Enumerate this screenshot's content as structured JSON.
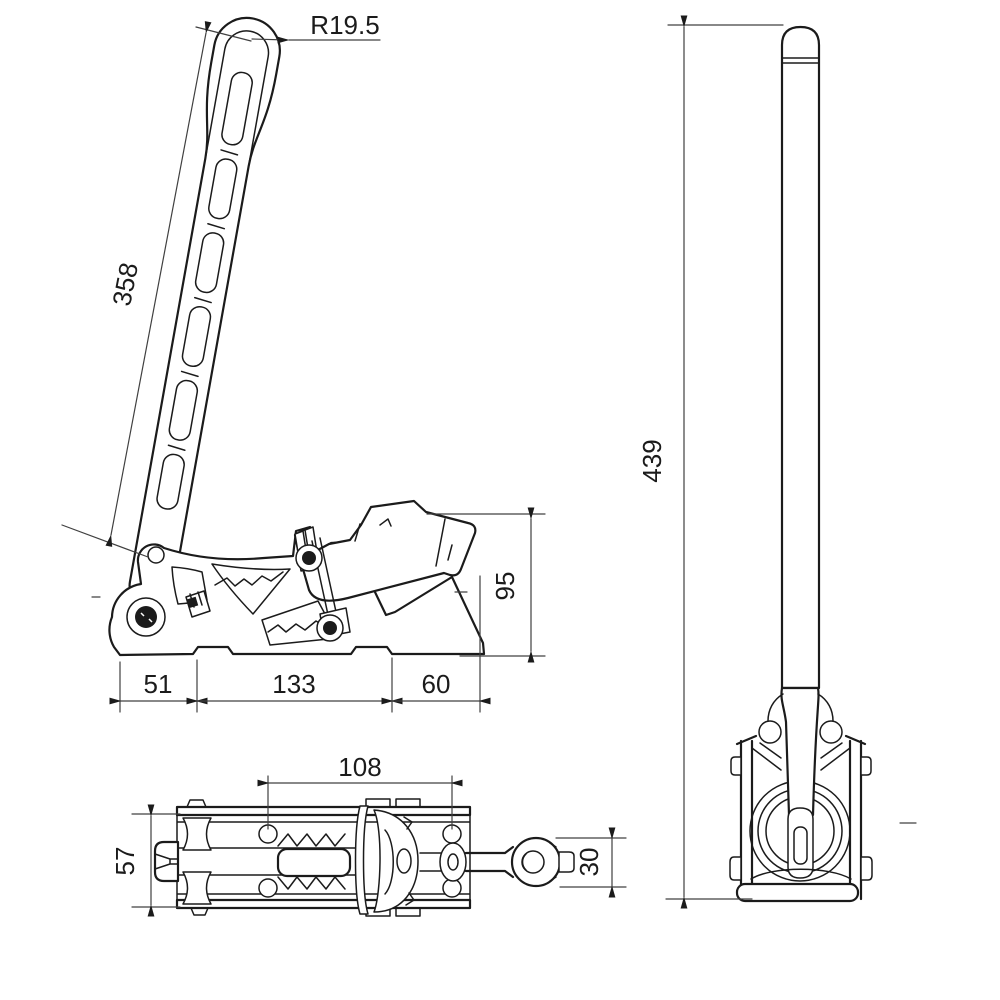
{
  "drawing": {
    "background": "#ffffff",
    "line_color": "#1b1b1b",
    "dim_color": "#404040",
    "dimensions": {
      "handle_tip_radius": "R19.5",
      "lever_length": "358",
      "cylinder_height": "95",
      "base_left_segment": "51",
      "base_middle_segment": "133",
      "base_right_segment": "60",
      "mount_hole_spacing": "108",
      "base_width": "57",
      "rod_end_width": "30",
      "overall_height": "439"
    }
  }
}
